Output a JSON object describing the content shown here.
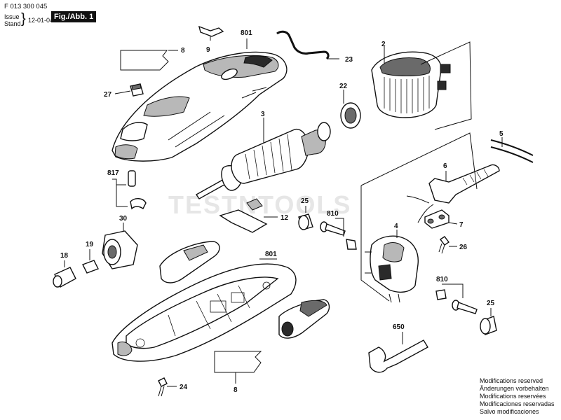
{
  "header": {
    "doc_number": "F 013 300 045",
    "issue_label": "Issue",
    "stand_label": "Stand",
    "brace": "}",
    "date": "12-01-04",
    "figure_label": "Fig./Abb. 1"
  },
  "watermark": "TESTNTOOLS",
  "callouts": {
    "c801_top": "801",
    "c9": "9",
    "c8_top": "8",
    "c23": "23",
    "c2": "2",
    "c27": "27",
    "c22": "22",
    "c3": "3",
    "c5": "5",
    "c817": "817",
    "c6": "6",
    "c25_mid": "25",
    "c810_mid": "810",
    "c12": "12",
    "c30": "30",
    "c7": "7",
    "c4": "4",
    "c18": "18",
    "c19": "19",
    "c26": "26",
    "c801_bot": "801",
    "c810_bot": "810",
    "c25_bot": "25",
    "c650": "650",
    "c24": "24",
    "c8_bot": "8"
  },
  "notes": [
    "Modifications reserved",
    "Änderungen vorbehalten",
    "Modifications reservées",
    "Modificaciones reservadas",
    "Salvo modificaciones"
  ]
}
